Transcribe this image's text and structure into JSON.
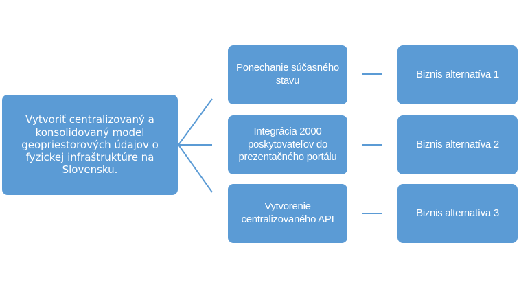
{
  "diagram": {
    "root": {
      "label": "Vytvoriť centralizovaný a konsolidovaný model geopriestorových údajov o fyzickej infraštruktúre na Slovensku."
    },
    "branches": [
      {
        "label": "Ponechanie súčasného stavu",
        "outcome": "Biznis alternatíva 1"
      },
      {
        "label": "Integrácia 2000 poskytovateľov do prezentačného portálu",
        "outcome": "Biznis alternatíva 2"
      },
      {
        "label": "Vytvorenie centralizovaného API",
        "outcome": "Biznis alternatíva 3"
      }
    ],
    "colors": {
      "box_fill": "#5b9bd5",
      "text": "#ffffff",
      "connector": "#5b9bd5"
    }
  }
}
